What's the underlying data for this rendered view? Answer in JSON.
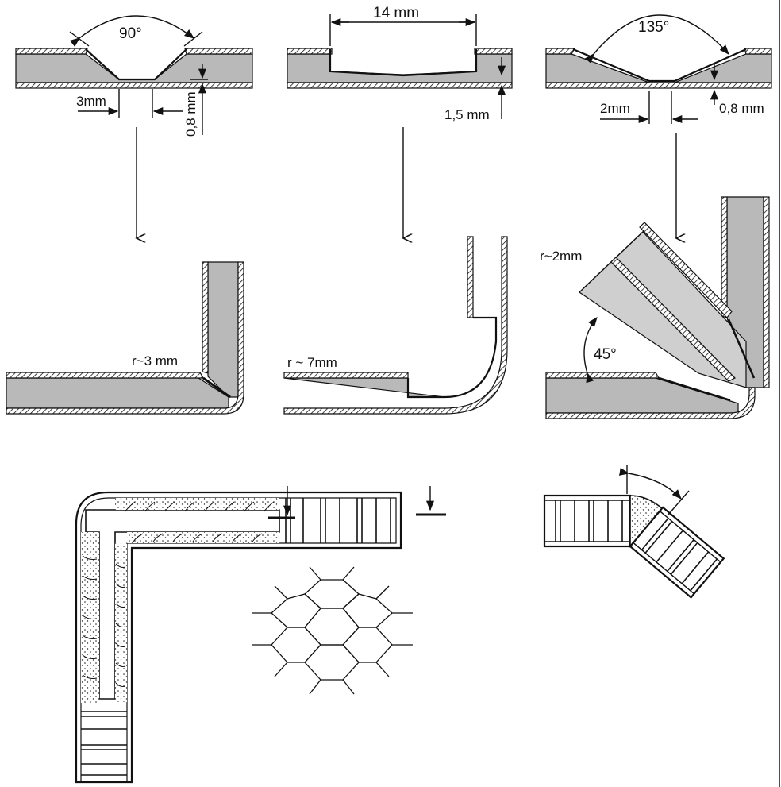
{
  "figure": {
    "labels": {
      "angle_90": "90°",
      "dim_3mm": "3mm",
      "dim_08mm_a": "0,8 mm",
      "dim_14mm": "14 mm",
      "dim_15mm": "1,5 mm",
      "angle_135": "135°",
      "dim_2mm": "2mm",
      "dim_08mm_b": "0,8 mm",
      "radius_3mm": "r~3 mm",
      "radius_7mm": "r ~ 7mm",
      "radius_2mm": "r~2mm",
      "angle_45": "45°"
    },
    "colors": {
      "core": "#b9b9b9",
      "core_light": "#cfcfcf",
      "line": "#111111",
      "paper": "#ffffff"
    }
  }
}
